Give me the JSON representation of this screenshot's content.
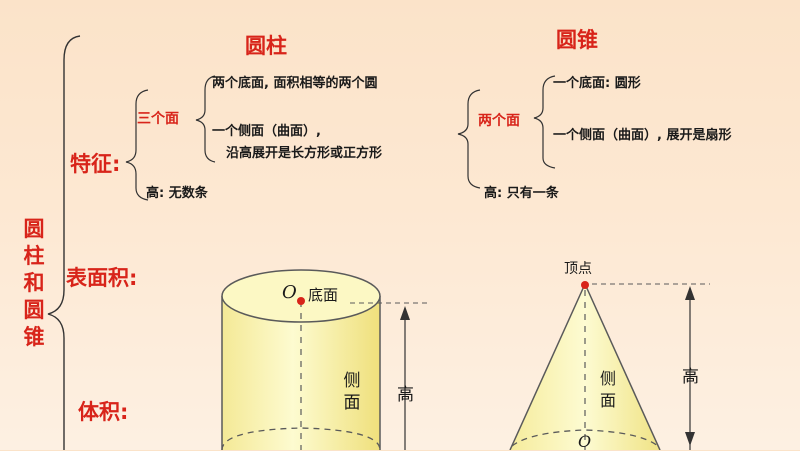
{
  "titles": {
    "cylinder": "圆柱",
    "cone": "圆锥"
  },
  "side_title": [
    "圆",
    "柱",
    "和",
    "圆",
    "锥"
  ],
  "sections": {
    "features": "特征:",
    "surface_area": "表面积:",
    "volume": "体积:"
  },
  "cylinder_features": {
    "three_faces": "三个面",
    "bases": "两个底面, 面积相等的两个圆",
    "lateral_line1": "一个侧面（曲面）,",
    "lateral_line2": "沿高展开是长方形或正方形",
    "height": "高: 无数条"
  },
  "cone_features": {
    "two_faces": "两个面",
    "base": "一个底面: 圆形",
    "lateral": "一个侧面（曲面）, 展开是扇形",
    "height": "高: 只有一条"
  },
  "cylinder_figure": {
    "center": "O",
    "base": "底面",
    "lateral": [
      "侧",
      "面"
    ],
    "height": "高"
  },
  "cone_figure": {
    "apex": "顶点",
    "center": "O",
    "lateral": [
      "侧",
      "面"
    ],
    "height": "高"
  },
  "colors": {
    "red": "#d8241a",
    "fill": "#fdf6a8",
    "stroke": "#5a5a5a"
  }
}
